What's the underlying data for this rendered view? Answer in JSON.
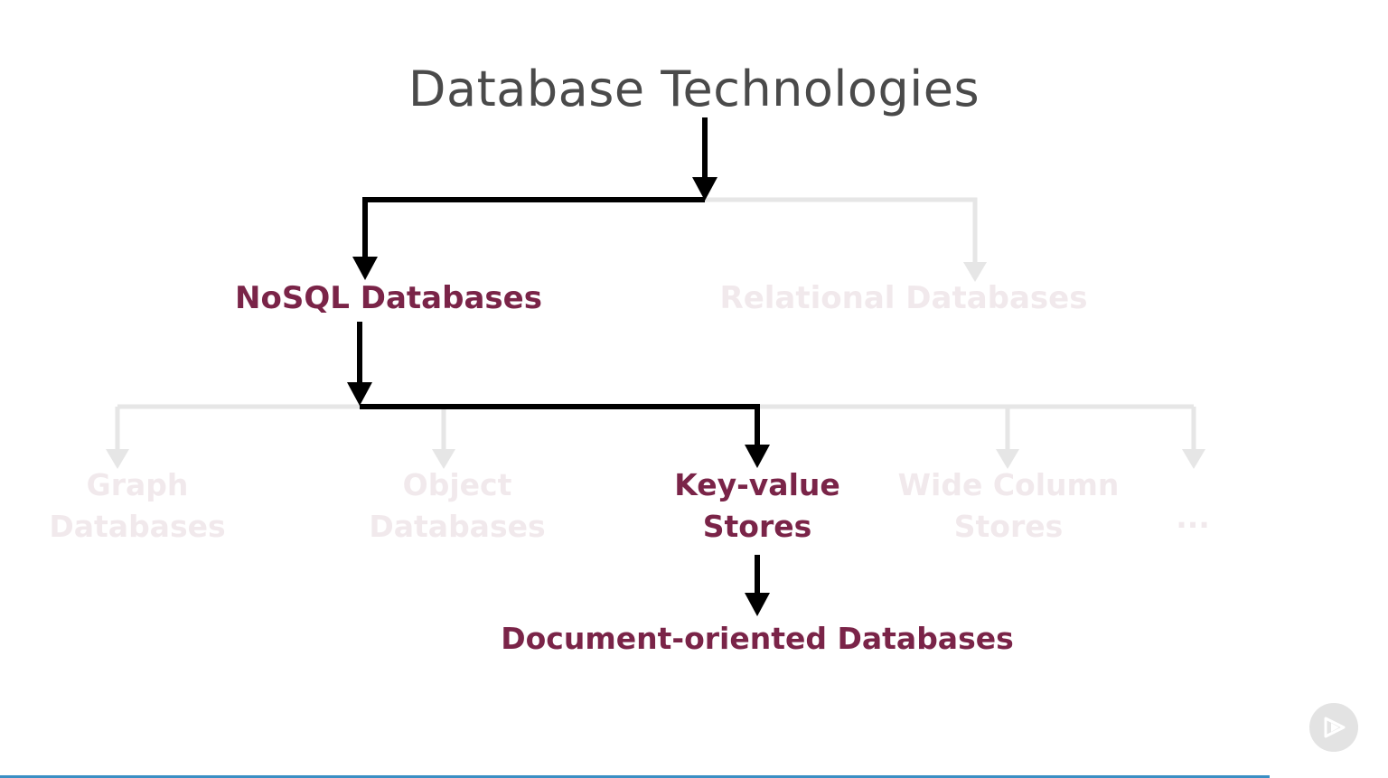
{
  "title": "Database Technologies",
  "nodes": {
    "nosql": "NoSQL Databases",
    "relational": "Relational Databases",
    "graph": [
      "Graph",
      "Databases"
    ],
    "object": [
      "Object",
      "Databases"
    ],
    "key_value": [
      "Key-value",
      "Stores"
    ],
    "wide_column": [
      "Wide Column",
      "Stores"
    ],
    "more": "...",
    "document": "Document-oriented Databases"
  },
  "colors": {
    "active_text": "#7a2448",
    "faded_text": "#f1e9ec",
    "title_text": "#4a4a4a",
    "active_arrow": "#000000",
    "faded_arrow": "#e6e6e6"
  },
  "icons": {
    "player": "play-icon"
  },
  "playback": {
    "progress_fraction": 0.915
  }
}
